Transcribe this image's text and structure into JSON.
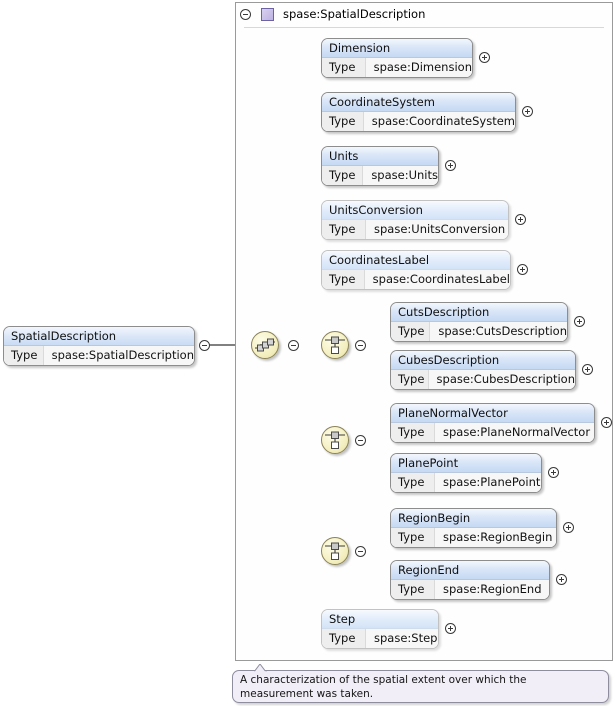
{
  "diagram": {
    "type": "xml-schema-element-tree",
    "root": {
      "name": "SpatialDescription",
      "type_key": "Type",
      "type_value": "spase:SpatialDescription",
      "toggle": "minus"
    },
    "container": {
      "toggle": "minus",
      "icon": "complex-type-square-icon",
      "title": "spase:SpatialDescription"
    },
    "compositors": [
      {
        "id": "root-sequence",
        "kind": "sequence",
        "icon": "sequence-icon",
        "toggle": "minus"
      },
      {
        "id": "cuts-choice",
        "kind": "choice",
        "icon": "choice-icon",
        "toggle": "minus"
      },
      {
        "id": "plane-choice",
        "kind": "choice",
        "icon": "choice-icon",
        "toggle": "minus"
      },
      {
        "id": "region-choice",
        "kind": "choice",
        "icon": "choice-icon",
        "toggle": "minus"
      }
    ],
    "type_key_label": "Type",
    "nodes": [
      {
        "id": "dimension",
        "name": "Dimension",
        "type_value": "spase:Dimension",
        "required": true,
        "toggle": "plus"
      },
      {
        "id": "coordinatesystem",
        "name": "CoordinateSystem",
        "type_value": "spase:CoordinateSystem",
        "required": true,
        "toggle": "plus"
      },
      {
        "id": "units",
        "name": "Units",
        "type_value": "spase:Units",
        "required": true,
        "toggle": "plus"
      },
      {
        "id": "unitsconversion",
        "name": "UnitsConversion",
        "type_value": "spase:UnitsConversion",
        "required": false,
        "toggle": "plus"
      },
      {
        "id": "coordinateslabel",
        "name": "CoordinatesLabel",
        "type_value": "spase:CoordinatesLabel",
        "required": false,
        "toggle": "plus"
      },
      {
        "id": "cutsdescription",
        "name": "CutsDescription",
        "type_value": "spase:CutsDescription",
        "required": true,
        "toggle": "plus"
      },
      {
        "id": "cubesdescription",
        "name": "CubesDescription",
        "type_value": "spase:CubesDescription",
        "required": true,
        "toggle": "plus"
      },
      {
        "id": "planenormalvector",
        "name": "PlaneNormalVector",
        "type_value": "spase:PlaneNormalVector",
        "required": true,
        "toggle": "plus"
      },
      {
        "id": "planepoint",
        "name": "PlanePoint",
        "type_value": "spase:PlanePoint",
        "required": true,
        "toggle": "plus"
      },
      {
        "id": "regionbegin",
        "name": "RegionBegin",
        "type_value": "spase:RegionBegin",
        "required": true,
        "toggle": "plus"
      },
      {
        "id": "regionend",
        "name": "RegionEnd",
        "type_value": "spase:RegionEnd",
        "required": true,
        "toggle": "plus"
      },
      {
        "id": "step",
        "name": "Step",
        "type_value": "spase:Step",
        "required": false,
        "toggle": "plus"
      }
    ],
    "annotation": "A characterization of the spatial extent over which the measurement was taken.",
    "colors": {
      "node_header_start": "#f3f7fd",
      "node_header_end": "#c5d9f3",
      "compositor_fill": "#f4efc0",
      "type_icon": "#bdb2e2",
      "annotation_bg": "#f2eef7",
      "connector": "#6f6f6f",
      "connector_optional": "#c9c9c9",
      "frame_border": "#9a9a9a"
    }
  }
}
